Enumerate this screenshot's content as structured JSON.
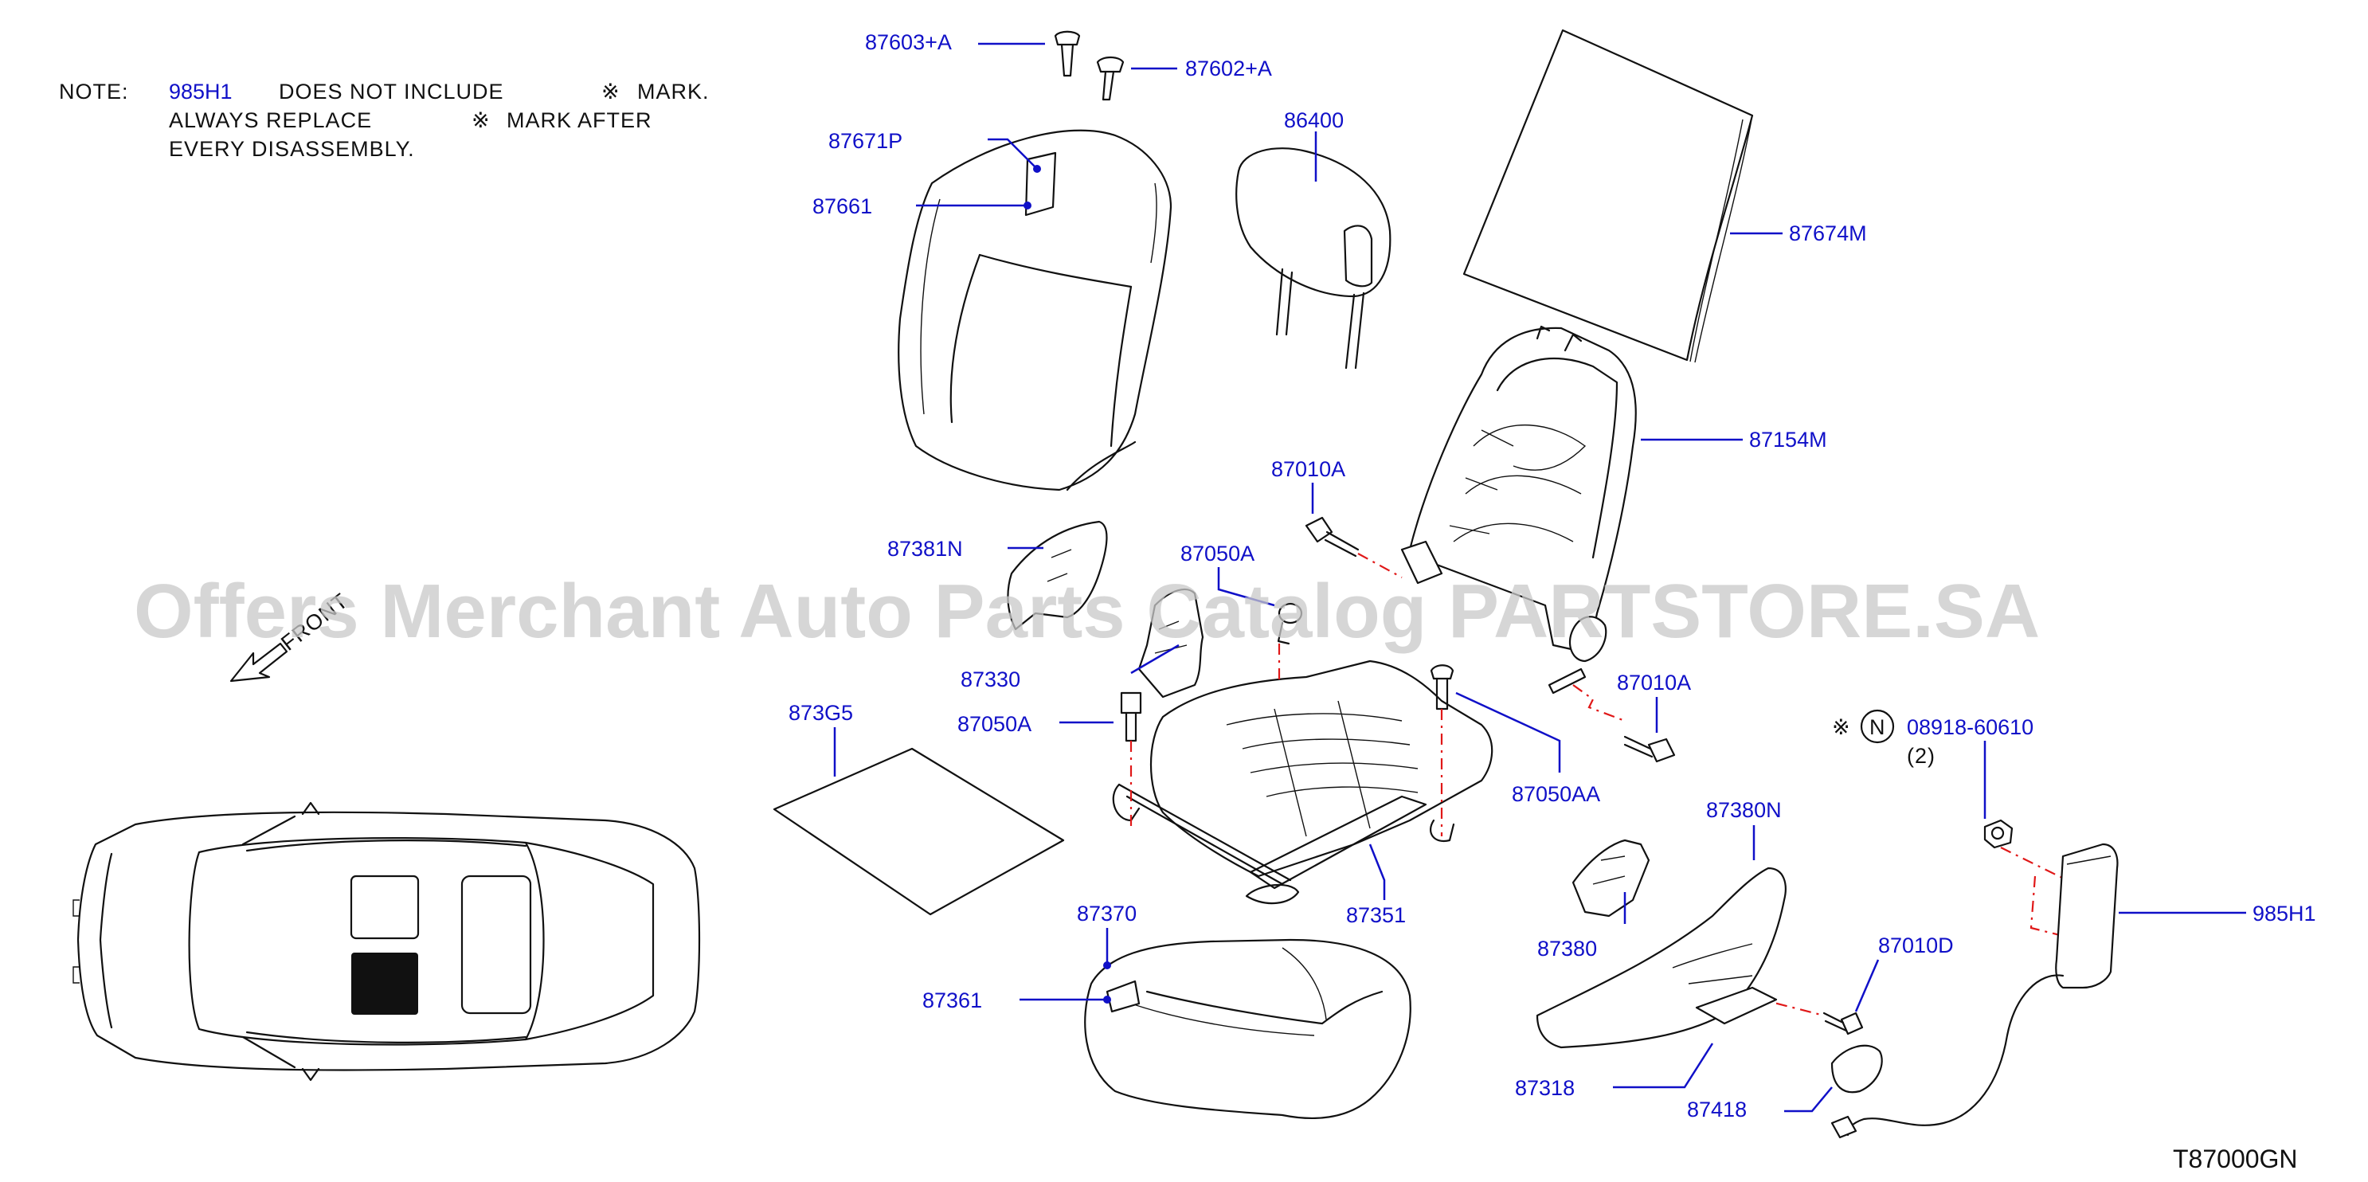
{
  "diagram_code": "T87000GN",
  "watermark": "Offers Merchant Auto Parts Catalog PARTSTORE.SA",
  "note": {
    "label": "NOTE:",
    "ref_part": "985H1",
    "line1_rest": "DOES   NOT   INCLUDE",
    "mark_symbol": "※",
    "line1_tail": "MARK.",
    "line2_a": "ALWAYS   REPLACE",
    "line2_b": "MARK   AFTER",
    "line3": "EVERY   DISASSEMBLY."
  },
  "front_label": "FRONT",
  "parts": [
    {
      "id": "p87603A",
      "label": "87603+A"
    },
    {
      "id": "p87602A",
      "label": "87602+A"
    },
    {
      "id": "p86400",
      "label": "86400"
    },
    {
      "id": "p87671P",
      "label": "87671P"
    },
    {
      "id": "p87661",
      "label": "87661"
    },
    {
      "id": "p87674M",
      "label": "87674M"
    },
    {
      "id": "p87154M",
      "label": "87154M"
    },
    {
      "id": "p87010A_1",
      "label": "87010A"
    },
    {
      "id": "p87381N",
      "label": "87381N"
    },
    {
      "id": "p87050A_1",
      "label": "87050A"
    },
    {
      "id": "p87330",
      "label": "87330"
    },
    {
      "id": "p87010A_2",
      "label": "87010A"
    },
    {
      "id": "p873G5",
      "label": "873G5"
    },
    {
      "id": "p87050A_2",
      "label": "87050A"
    },
    {
      "id": "p87050AA",
      "label": "87050AA"
    },
    {
      "id": "p08918",
      "label": "08918-60610",
      "qty": "(2)",
      "mark": "※",
      "prefix": "N"
    },
    {
      "id": "p87380N",
      "label": "87380N"
    },
    {
      "id": "p985H1",
      "label": "985H1"
    },
    {
      "id": "p87370",
      "label": "87370"
    },
    {
      "id": "p87351",
      "label": "87351"
    },
    {
      "id": "p87380",
      "label": "87380"
    },
    {
      "id": "p87010D",
      "label": "87010D"
    },
    {
      "id": "p87361",
      "label": "87361"
    },
    {
      "id": "p87318",
      "label": "87318"
    },
    {
      "id": "p87418",
      "label": "87418"
    }
  ],
  "colors": {
    "label": "#1010c8",
    "outline": "#111111",
    "guide": "#e01818",
    "watermark": "#c9c9c9"
  }
}
